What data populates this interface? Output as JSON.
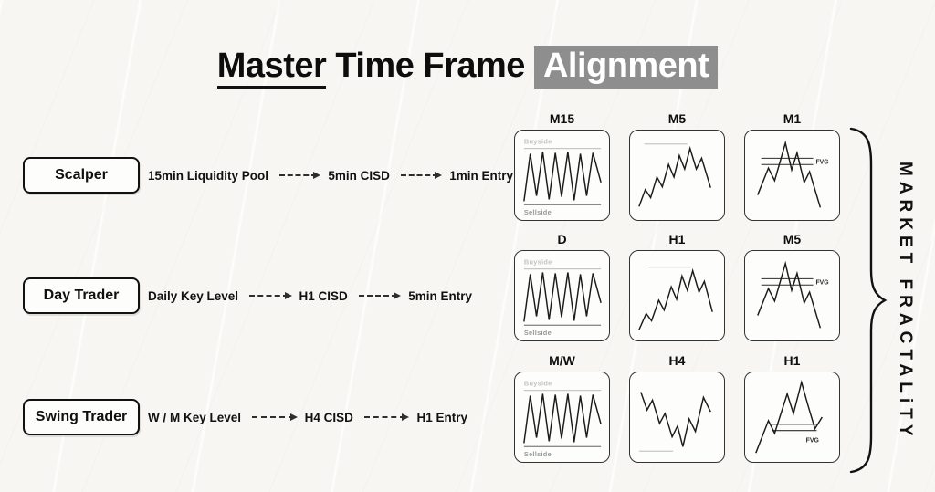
{
  "title": {
    "underlined": "Master",
    "rest": " Time Frame",
    "highlight": "Alignment"
  },
  "brace_label": "MARKET FRACTALiTY",
  "rows": [
    {
      "trader": "Scalper",
      "steps": [
        "15min Liquidity Pool",
        "5min CISD",
        "1min Entry"
      ],
      "charts": [
        {
          "label": "M15",
          "buyside": "Buyside",
          "sellside": "Sellside"
        },
        {
          "label": "M5"
        },
        {
          "label": "M1",
          "fvg": "FVG"
        }
      ]
    },
    {
      "trader": "Day Trader",
      "steps": [
        "Daily Key Level",
        "H1 CISD",
        "5min Entry"
      ],
      "charts": [
        {
          "label": "D",
          "buyside": "Buyside",
          "sellside": "Sellside"
        },
        {
          "label": "H1"
        },
        {
          "label": "M5",
          "fvg": "FVG"
        }
      ]
    },
    {
      "trader": "Swing Trader",
      "steps": [
        "W / M Key Level",
        "H4 CISD",
        "H1 Entry"
      ],
      "charts": [
        {
          "label": "M/W",
          "buyside": "Buyside",
          "sellside": "Sellside"
        },
        {
          "label": "H4"
        },
        {
          "label": "H1",
          "fvg": "FVG"
        }
      ]
    }
  ]
}
